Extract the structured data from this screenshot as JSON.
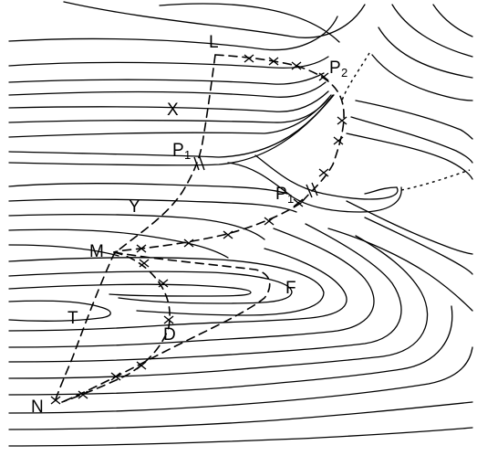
{
  "labels": {
    "L": "L",
    "P2": "P",
    "P2_sub": "2",
    "X": "X",
    "P1_left": "P",
    "P1_left_sub": "1",
    "P1_right": "P",
    "P1_right_sub": "1",
    "Y": "Y",
    "M": "M",
    "F": "F",
    "T": "T",
    "D": "D",
    "N": "N"
  }
}
